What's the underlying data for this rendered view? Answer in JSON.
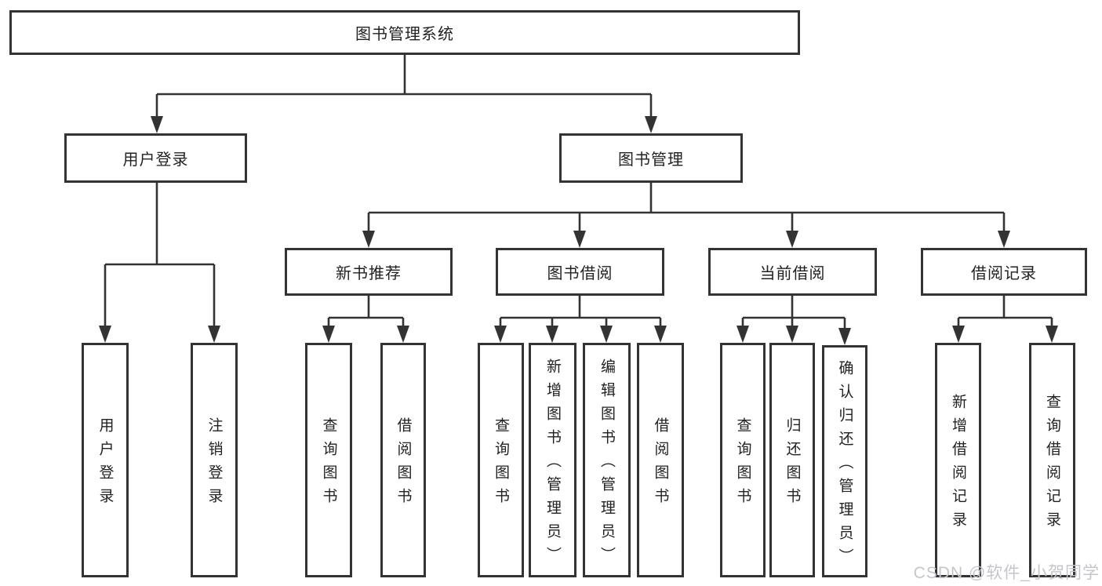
{
  "diagram": {
    "root": {
      "label": "图书管理系统"
    },
    "branches": [
      {
        "label": "用户登录",
        "children": [
          {
            "label": "用户登录"
          },
          {
            "label": "注销登录"
          }
        ]
      },
      {
        "label": "图书管理",
        "children": [
          {
            "label": "新书推荐",
            "children": [
              {
                "label": "查询图书"
              },
              {
                "label": "借阅图书"
              }
            ]
          },
          {
            "label": "图书借阅",
            "children": [
              {
                "label": "查询图书"
              },
              {
                "label": "新增图书（管理员）"
              },
              {
                "label": "编辑图书（管理员）"
              },
              {
                "label": "借阅图书"
              }
            ]
          },
          {
            "label": "当前借阅",
            "children": [
              {
                "label": "查询图书"
              },
              {
                "label": "归还图书"
              },
              {
                "label": "确认归还（管理员）"
              }
            ]
          },
          {
            "label": "借阅记录",
            "children": [
              {
                "label": "新增借阅记录"
              },
              {
                "label": "查询借阅记录"
              }
            ]
          }
        ]
      }
    ]
  },
  "watermark": {
    "text": "CSDN @软件_小贺同学"
  },
  "colors": {
    "line": "#333333",
    "text": "#222222",
    "background": "#ffffff",
    "watermark": "#c4c6ca"
  }
}
